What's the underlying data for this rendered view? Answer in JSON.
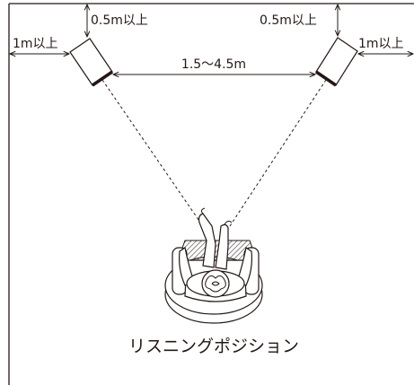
{
  "labels": {
    "clearance_top_left": "0.5m以上",
    "clearance_top_right": "0.5m以上",
    "clearance_side_left": "1m以上",
    "clearance_side_right": "1m以上",
    "speaker_spacing": "1.5〜4.5m",
    "listening_position": "リスニングポジション"
  },
  "colors": {
    "line": "#231815",
    "background": "#ffffff",
    "hatch": "#555555"
  },
  "icons": {
    "left_speaker": "speaker-left-icon",
    "right_speaker": "speaker-right-icon",
    "listener": "listener-in-armchair-icon"
  }
}
